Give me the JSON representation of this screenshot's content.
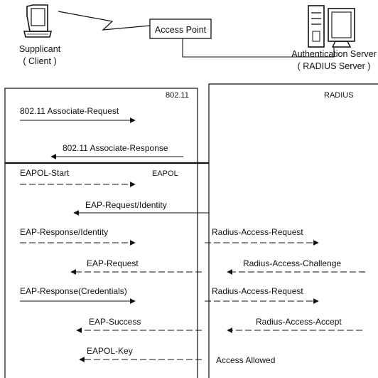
{
  "nodes": {
    "supplicant": {
      "line1": "Supplicant",
      "line2": "( Client )"
    },
    "access_point": {
      "label": "Access Point"
    },
    "auth_server": {
      "line1": "Authentication Server",
      "line2": "( RADIUS Server )"
    }
  },
  "sections": {
    "s80211": "802.11",
    "radius": "RADIUS",
    "eapol": "EAPOL"
  },
  "messages": {
    "assoc_request": "802.11 Associate-Request",
    "assoc_response": "802.11 Associate-Response",
    "eapol_start": "EAPOL-Start",
    "eap_req_identity": "EAP-Request/Identity",
    "eap_resp_identity": "EAP-Response/Identity",
    "radius_access_request_1": "Radius-Access-Request",
    "eap_request": "EAP-Request",
    "radius_access_challenge": "Radius-Access-Challenge",
    "eap_resp_credentials": "EAP-Response(Credentials)",
    "radius_access_request_2": "Radius-Access-Request",
    "eap_success": "EAP-Success",
    "radius_access_accept": "Radius-Access-Accept",
    "eapol_key": "EAPOL-Key",
    "access_allowed": "Access Allowed"
  }
}
